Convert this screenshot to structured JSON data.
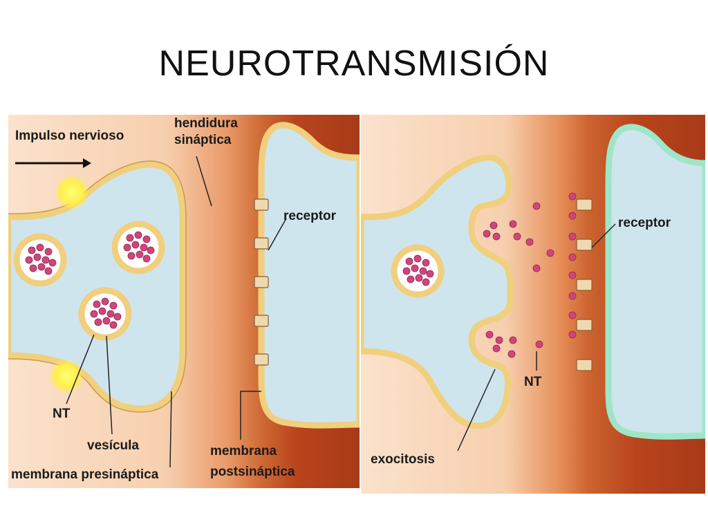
{
  "title": "NEUROTRANSMISIÓN",
  "left_panel": {
    "labels": {
      "impulse": "Impulso nervioso",
      "cleft_line1": "hendidura",
      "cleft_line2": "sináptica",
      "receptor": "receptor",
      "nt": "NT",
      "vesicle": "vesícula",
      "post_line1": "membrana",
      "post_line2": "postsináptica",
      "presynaptic": "membrana presináptica"
    }
  },
  "right_panel": {
    "labels": {
      "receptor": "receptor",
      "nt": "NT",
      "exocytosis": "exocitosis"
    }
  },
  "colors": {
    "cytoplasm": "#cfe5ee",
    "membrane": "#f0cf7e",
    "membrane_edge": "#c99a45",
    "cleft_light": "#f9d8bf",
    "cleft_dark": "#b84a1e",
    "neurotransmitter": "#d0467a",
    "post_membrane_right": "#9fe6c8"
  }
}
